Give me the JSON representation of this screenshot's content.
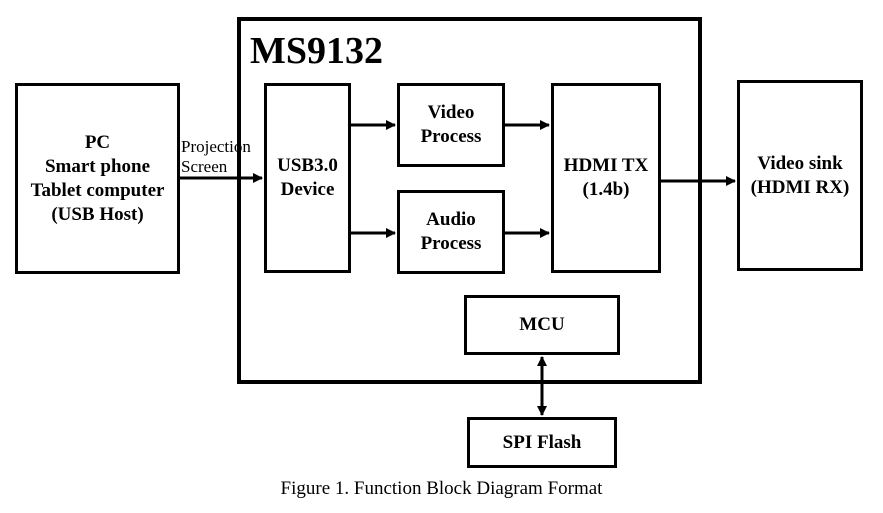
{
  "chip_title": "MS9132",
  "blocks": {
    "host": "PC\nSmart phone\nTablet computer\n(USB Host)",
    "usb_device": "USB3.0\nDevice",
    "video_process": "Video\nProcess",
    "audio_process": "Audio\nProcess",
    "hdmi_tx": "HDMI TX\n(1.4b)",
    "video_sink": "Video sink\n(HDMI RX)",
    "mcu": "MCU",
    "spi_flash": "SPI Flash"
  },
  "link_label": "Projection\nScreen",
  "caption": "Figure 1. Function Block Diagram Format"
}
